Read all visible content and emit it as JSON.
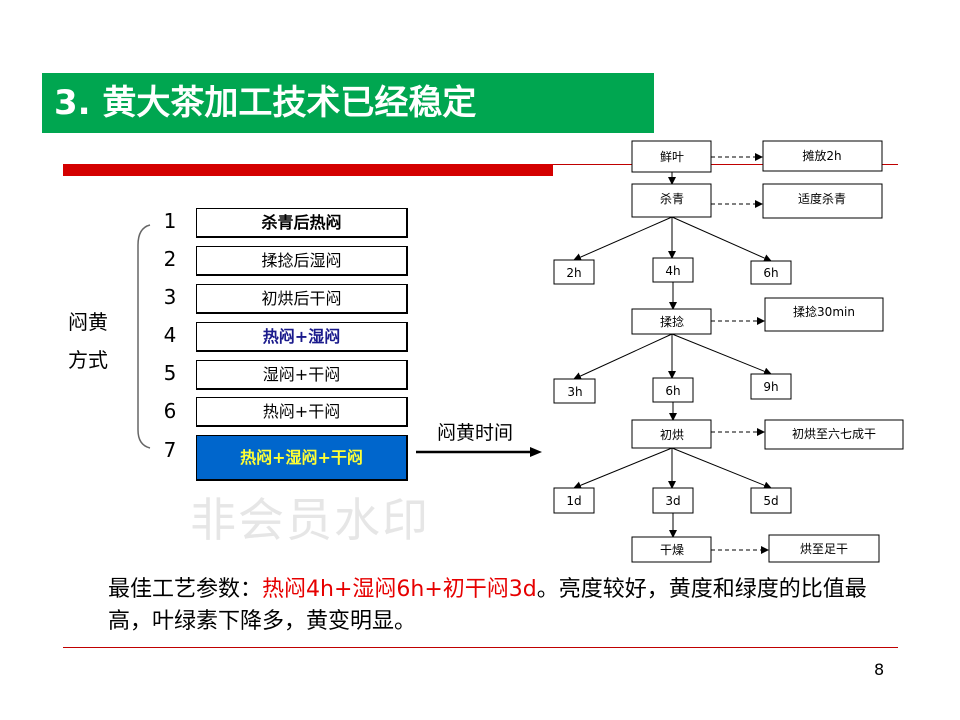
{
  "title": "3. 黄大茶加工技术已经稳定",
  "methods_label": [
    "闷黄",
    "方式"
  ],
  "methods": [
    {
      "num": "1",
      "label": "杀青后热闷"
    },
    {
      "num": "2",
      "label": "揉捻后湿闷"
    },
    {
      "num": "3",
      "label": "初烘后干闷"
    },
    {
      "num": "4",
      "label": "热闷+湿闷"
    },
    {
      "num": "5",
      "label": "湿闷+干闷"
    },
    {
      "num": "6",
      "label": "热闷+干闷"
    },
    {
      "num": "7",
      "label": "热闷+湿闷+干闷"
    }
  ],
  "time_label": "闷黄时间",
  "watermark": "非会员水印",
  "flow": {
    "steps": [
      "鲜叶",
      "杀青",
      "揉捻",
      "初烘",
      "干燥"
    ],
    "notes": [
      "摊放2h",
      "适度杀青",
      "揉捻30min",
      "初烘至六七成干",
      "烘至足干"
    ],
    "branch1": [
      "2h",
      "4h",
      "6h"
    ],
    "branch2": [
      "3h",
      "6h",
      "9h"
    ],
    "branch3": [
      "1d",
      "3d",
      "5d"
    ]
  },
  "summary": {
    "prefix": "最佳工艺参数：",
    "highlight": "热闷4h+湿闷6h+初干闷3d",
    "suffix": "。亮度较好，黄度和绿度的比值最高，叶绿素下降多，黄变明显。"
  },
  "page_number": "8",
  "colors": {
    "title_bg": "#00a650",
    "accent_red": "#d40000",
    "highlight_box": "#0066cc",
    "highlight_text": "#ffff33"
  }
}
